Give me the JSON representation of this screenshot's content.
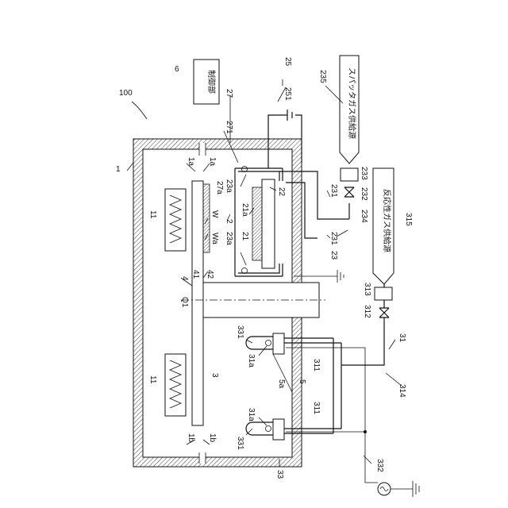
{
  "labels": {
    "n100": "100",
    "n1": "1",
    "n1a_left": "1a",
    "n1a_right": "1a",
    "n1b_left": "1b",
    "n1b_right": "1b",
    "n11_top": "11",
    "n11_bottom": "11",
    "n2": "2",
    "n21": "21",
    "n21a": "21a",
    "n22": "22",
    "n23": "23",
    "n23a_top": "23a",
    "n23a_bottom": "23a",
    "n231_top": "231",
    "n231_bottom": "231",
    "n232": "232",
    "n233": "233",
    "n234": "234",
    "n235": "235",
    "n25": "25",
    "n251": "251",
    "n27": "27",
    "n271": "271",
    "n27a": "27a",
    "n3": "3",
    "n31": "31",
    "n31a_top": "31a",
    "n31a_bottom": "31a",
    "n311_top": "311",
    "n311_bottom": "311",
    "n312": "312",
    "n313": "313",
    "n314": "314",
    "n315": "315",
    "n33": "33",
    "n331_top": "331",
    "n331_bottom": "331",
    "n332": "332",
    "n4": "4",
    "n41": "41",
    "n42": "42",
    "n5": "5",
    "n5a": "5a",
    "n6": "6",
    "Q1": "Q1",
    "W": "W",
    "Wa": "Wa"
  },
  "boxes": {
    "controller": "制御部",
    "sputter_gas_source": "スパッタガス供給源",
    "reactive_gas_source": "反応性ガス供給源"
  }
}
